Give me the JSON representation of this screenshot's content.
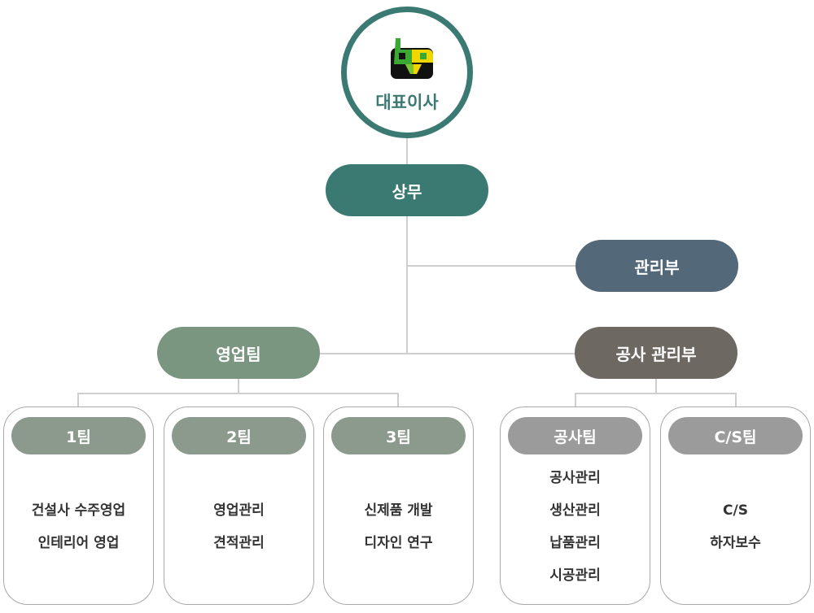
{
  "ceo": {
    "label": "대표이사",
    "logo": "bp"
  },
  "managing_director": {
    "label": "상무"
  },
  "admin_dept": {
    "label": "관리부"
  },
  "sales_team": {
    "label": "영업팀"
  },
  "construction_dept": {
    "label": "공사 관리부"
  },
  "teams": [
    {
      "label": "1팀",
      "items": [
        "건설사 수주영업",
        "인테리어 영업"
      ]
    },
    {
      "label": "2팀",
      "items": [
        "영업관리",
        "견적관리"
      ]
    },
    {
      "label": "3팀",
      "items": [
        "신제품 개발",
        "디자인 연구"
      ]
    },
    {
      "label": "공사팀",
      "items": [
        "공사관리",
        "생산관리",
        "납품관리",
        "시공관리"
      ]
    },
    {
      "label": "C/S팀",
      "items": [
        "C/S",
        "하자보수"
      ]
    }
  ],
  "colors": {
    "ceo": "#3b7a72",
    "managing": "#3b7a72",
    "admin": "#536878",
    "sales": "#7a9680",
    "construction": "#6d6862",
    "sales_team": "#8c998d",
    "construction_team": "#9b9b9b"
  }
}
